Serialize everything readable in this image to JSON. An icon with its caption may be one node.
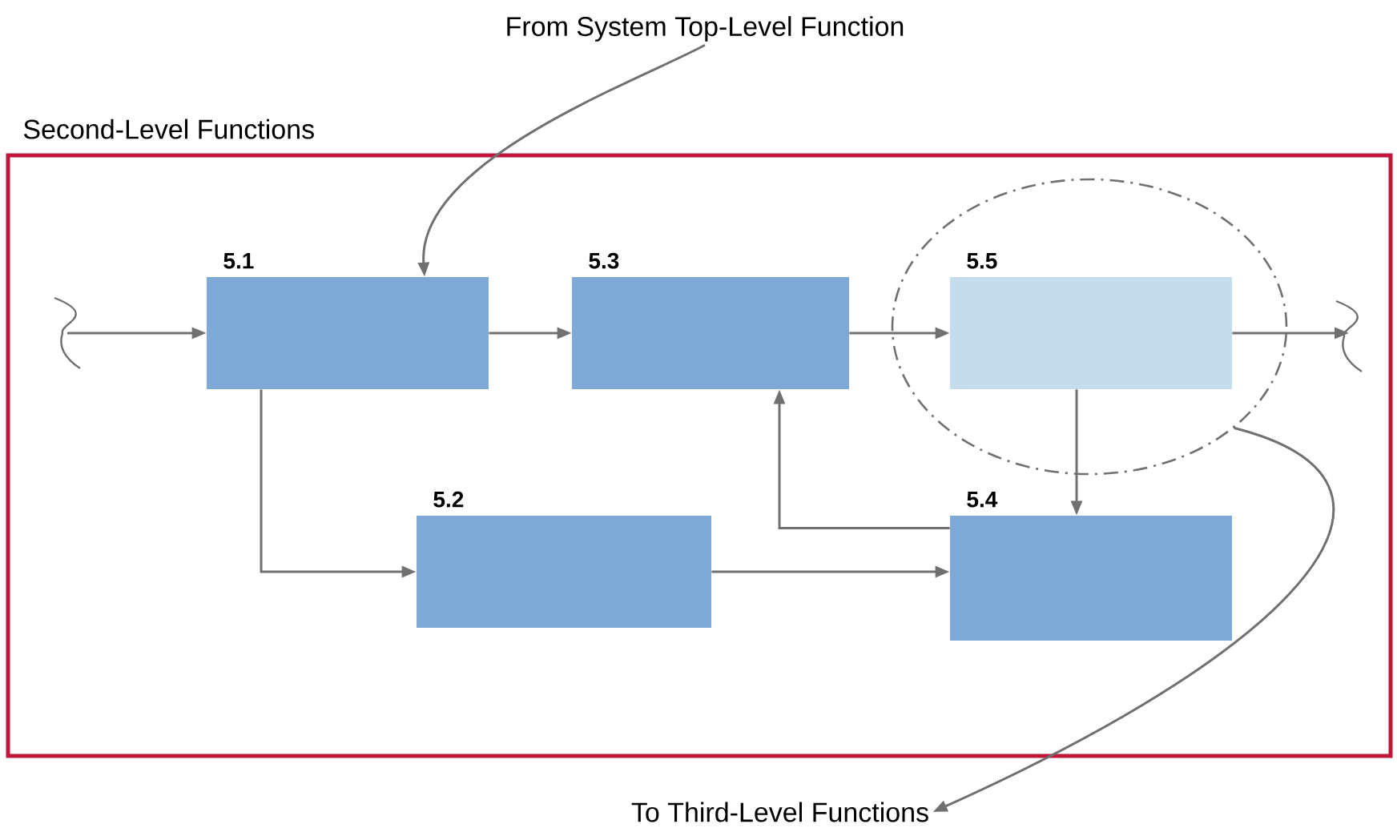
{
  "diagram": {
    "nodes": [
      {
        "text": [
          "From System Top-Level Function"
        ]
      },
      {
        "text": [
          "Second-Level Functions"
        ]
      },
      {
        "text": [
          "5.1"
        ],
        "in": 1
      },
      {
        "text": [
          "5.3"
        ],
        "in": 1
      },
      {
        "text": [],
        "shape": "ellipse",
        "in": 1
      },
      {
        "text": [
          "5.5"
        ],
        "in": 4
      },
      {
        "text": [
          "5.2"
        ],
        "in": 1
      },
      {
        "text": [
          "5.4"
        ],
        "in": 1
      },
      {
        "text": [
          "To Third-Level Functions"
        ]
      },
      {
        "text": [],
        "shape": "squiggle",
        "in": 1
      },
      {
        "text": [],
        "shape": "squiggle",
        "in": 1
      }
    ],
    "edges": [
      {
        "from": 9,
        "to": 2,
        "arrow": "to"
      },
      {
        "from": 0,
        "to": 2,
        "arrow": "to"
      },
      {
        "from": 2,
        "to": 3,
        "arrow": "to"
      },
      {
        "from": 3,
        "to": 5,
        "arrow": "to"
      },
      {
        "from": 5,
        "to": 10,
        "arrow": "to"
      },
      {
        "from": 5,
        "to": 7,
        "arrow": "to"
      },
      {
        "from": 7,
        "to": 3,
        "arrow": "to"
      },
      {
        "from": 2,
        "to": 6,
        "arrow": "to"
      },
      {
        "from": 6,
        "to": 7,
        "arrow": "to"
      },
      {
        "from": 4,
        "to": 8,
        "arrow": "to"
      }
    ]
  }
}
